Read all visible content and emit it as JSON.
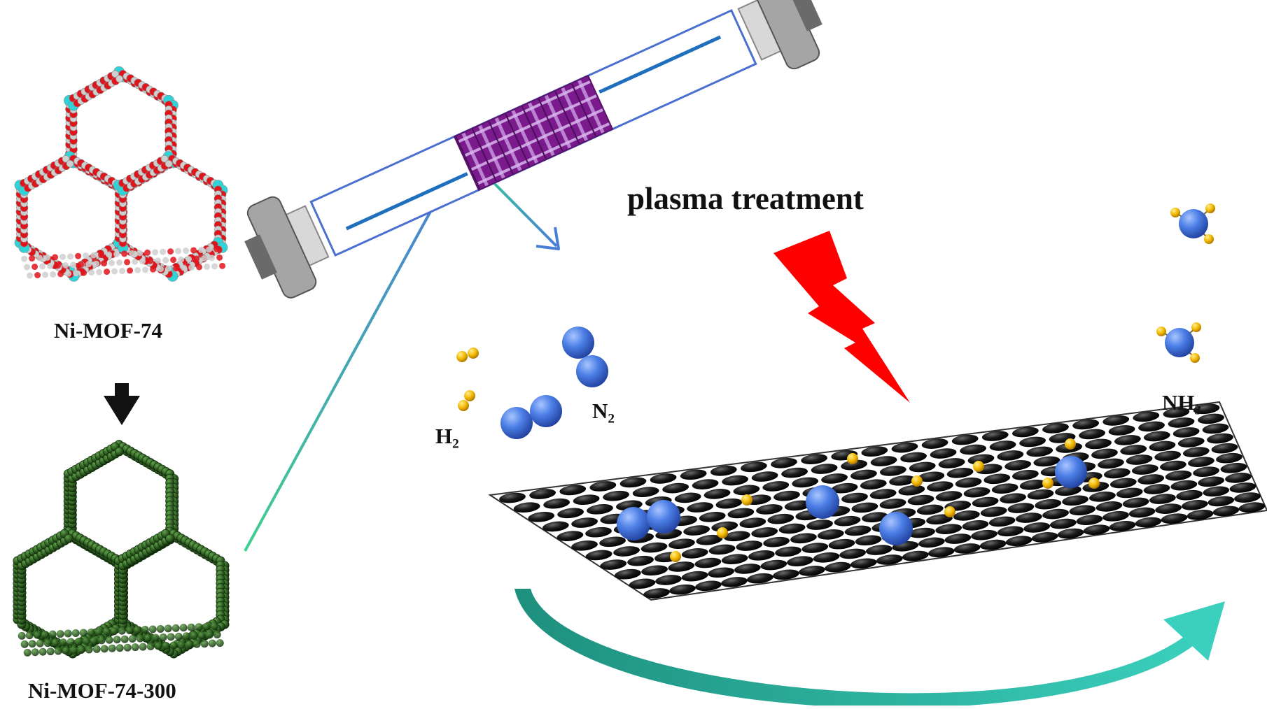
{
  "labels": {
    "mof_top": "Ni-MOF-74",
    "mof_bottom": "Ni-MOF-74-300",
    "process": "plasma treatment",
    "h2": {
      "main": "H",
      "sub": "2"
    },
    "n2": {
      "main": "N",
      "sub": "2"
    },
    "nh3": {
      "main": "NH",
      "sub": "3"
    }
  },
  "icons": {
    "reactor": "plasma-reactor-tube-icon",
    "lightning": "lightning-bolt-icon",
    "arrow_down": "down-arrow-icon",
    "arrow_curve": "curved-arrow-icon"
  },
  "colors": {
    "oxygen": "#e0141b",
    "nickel_top": "#2fd4d9",
    "carbon": "#cfcfcf",
    "mof_green": "#1f4d14",
    "nitrogen": "#3f6fd8",
    "hydrogen": "#f2b600",
    "plasma": "#7a1a8c",
    "bolt": "#ff0000",
    "curve_arrow": "#2bb7a5"
  }
}
